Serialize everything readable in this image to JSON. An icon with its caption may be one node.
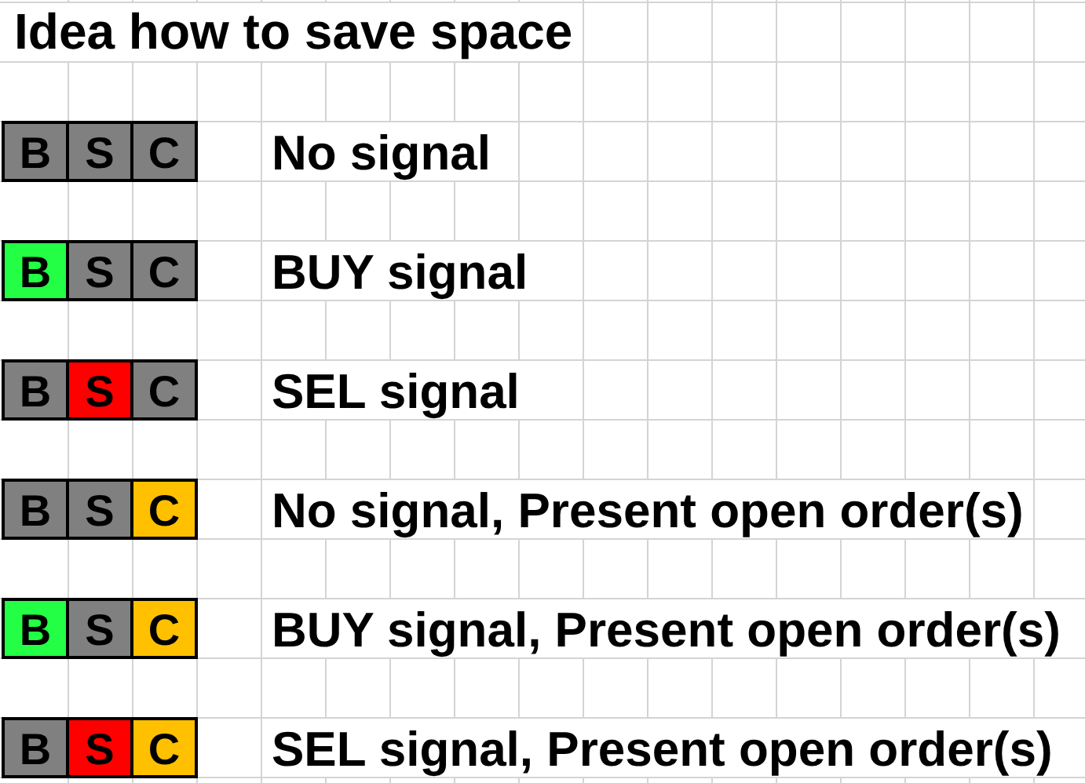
{
  "diagram": {
    "title": "Idea how to save space",
    "nodes": [
      {
        "text": [],
        "shape": "box",
        "beside": [
          "No signal"
        ]
      },
      {
        "text": [
          "B"
        ],
        "in": 0
      },
      {
        "text": [
          "S"
        ],
        "in": 0
      },
      {
        "text": [
          "C"
        ],
        "in": 0
      },
      {
        "text": [],
        "shape": "box",
        "beside": [
          "BUY signal"
        ]
      },
      {
        "text": [
          "B"
        ],
        "in": 4
      },
      {
        "text": [
          "S"
        ],
        "in": 4
      },
      {
        "text": [
          "C"
        ],
        "in": 4
      },
      {
        "text": [],
        "shape": "box",
        "beside": [
          "SEL signal"
        ]
      },
      {
        "text": [
          "B"
        ],
        "in": 8
      },
      {
        "text": [
          "S"
        ],
        "in": 8
      },
      {
        "text": [
          "C"
        ],
        "in": 8
      },
      {
        "text": [],
        "shape": "box",
        "beside": [
          "No signal, Present open order(s)"
        ]
      },
      {
        "text": [
          "B"
        ],
        "in": 12
      },
      {
        "text": [
          "S"
        ],
        "in": 12
      },
      {
        "text": [
          "C"
        ],
        "in": 12
      },
      {
        "text": [],
        "shape": "box",
        "beside": [
          "BUY signal, Present open order(s)"
        ]
      },
      {
        "text": [
          "B"
        ],
        "in": 16
      },
      {
        "text": [
          "S"
        ],
        "in": 16
      },
      {
        "text": [
          "C"
        ],
        "in": 16
      },
      {
        "text": [],
        "shape": "box",
        "beside": [
          "SEL signal, Present open order(s)"
        ]
      },
      {
        "text": [
          "B"
        ],
        "in": 20
      },
      {
        "text": [
          "S"
        ],
        "in": 20
      },
      {
        "text": [
          "C"
        ],
        "in": 20
      }
    ]
  }
}
